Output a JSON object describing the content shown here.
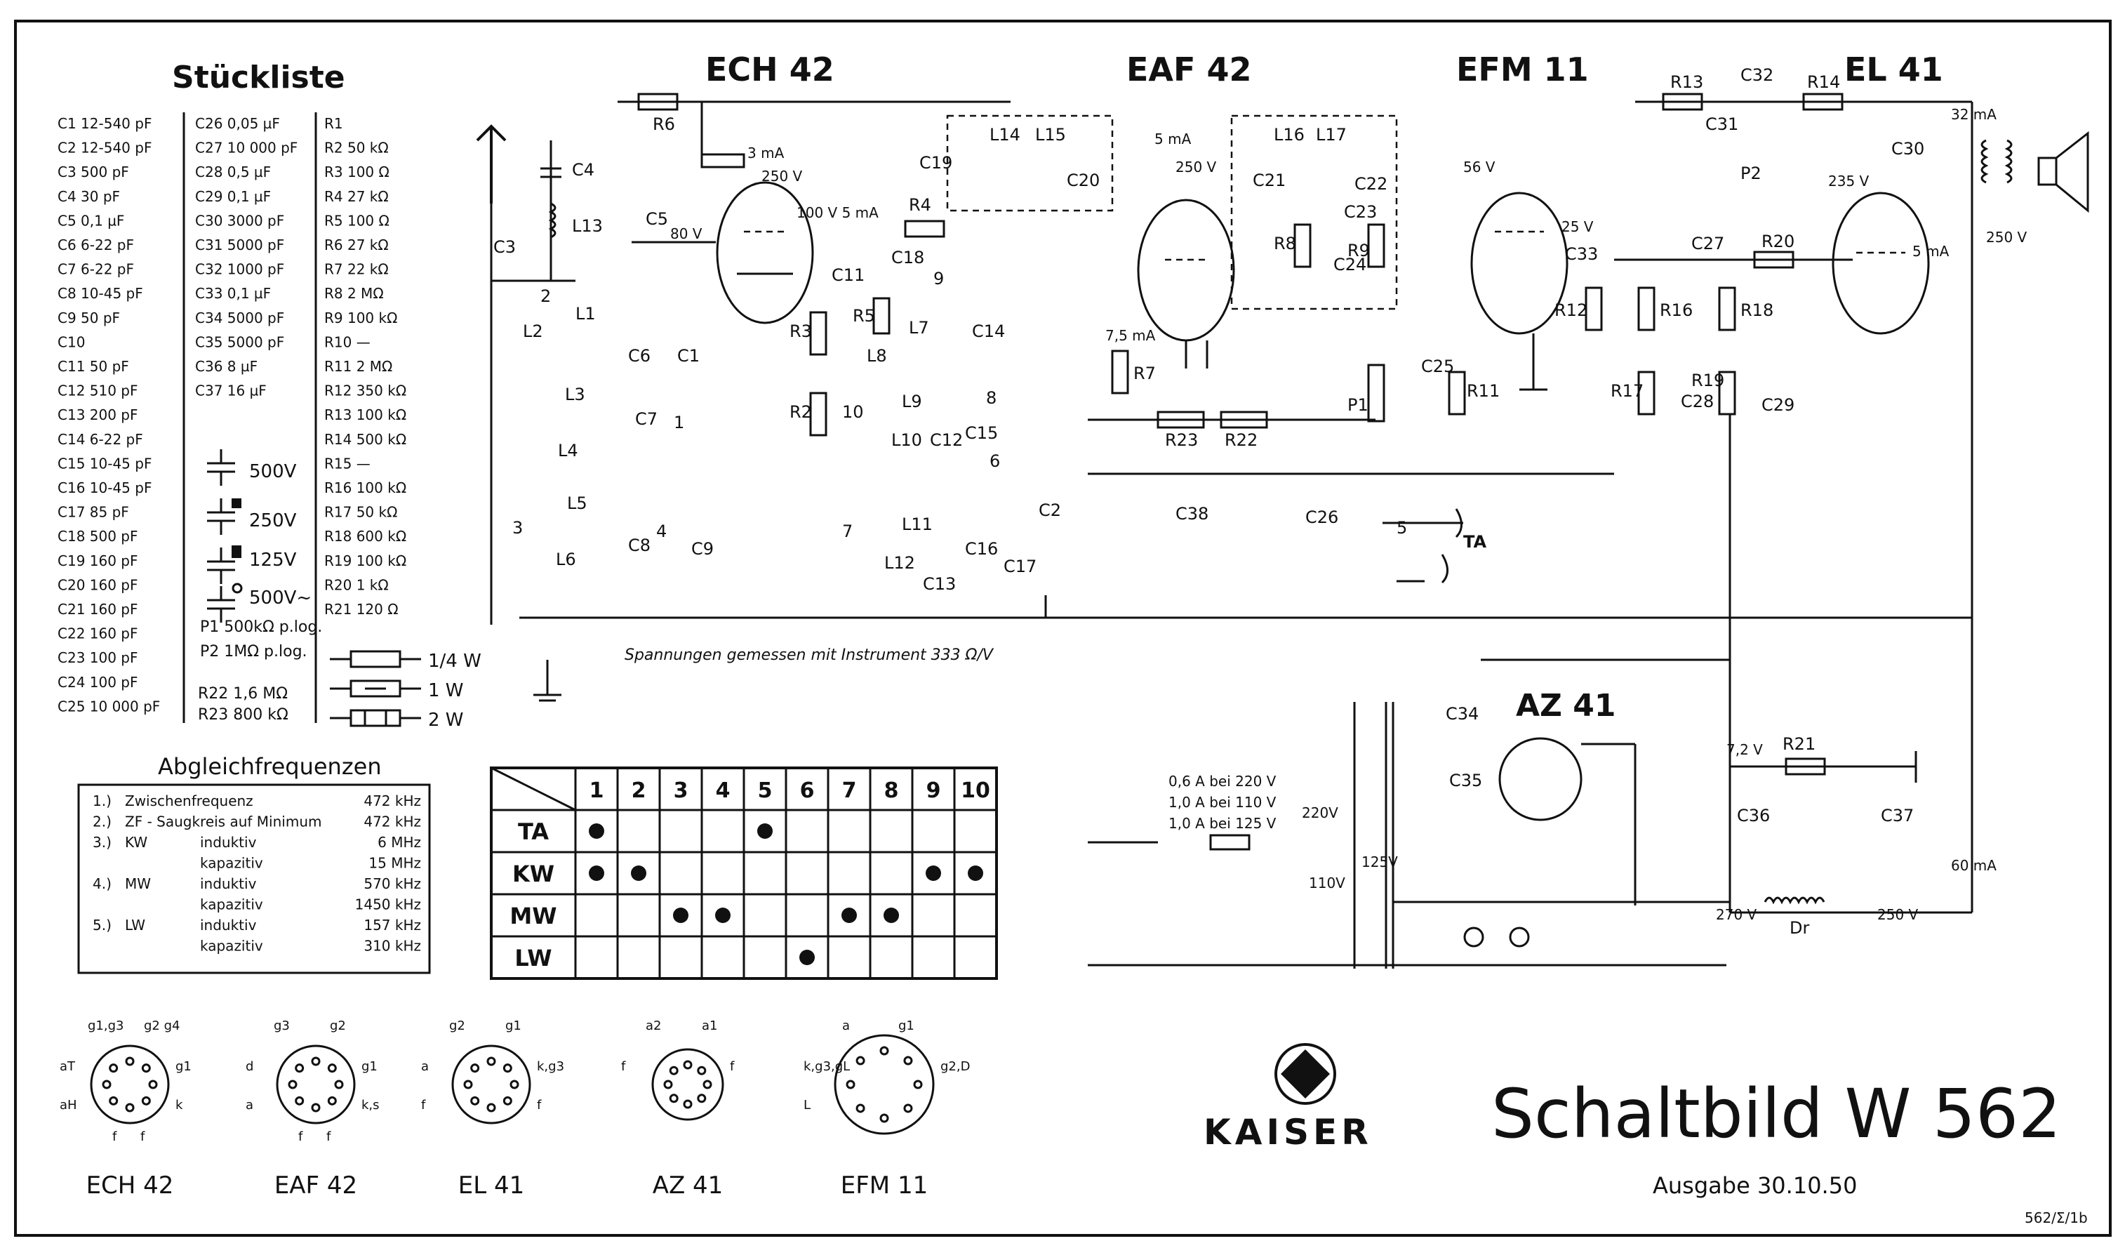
{
  "parts_list": {
    "title": "Stückliste",
    "capacitors_a": [
      "C1 12-540 pF",
      "C2 12-540 pF",
      "C3 500 pF",
      "C4 30 pF",
      "C5 0,1 µF",
      "C6 6-22 pF",
      "C7 6-22 pF",
      "C8 10-45 pF",
      "C9 50 pF",
      "C10",
      "C11 50 pF",
      "C12 510 pF",
      "C13 200 pF",
      "C14 6-22 pF",
      "C15 10-45 pF",
      "C16 10-45 pF",
      "C17 85 pF",
      "C18 500 pF",
      "C19 160 pF",
      "C20 160 pF",
      "C21 160 pF",
      "C22 160 pF",
      "C23 100 pF",
      "C24 100 pF",
      "C25 10 000 pF"
    ],
    "capacitors_b": [
      "C26 0,05 µF",
      "C27 10 000 pF",
      "C28 0,5 µF",
      "C29 0,1 µF",
      "C30 3000 pF",
      "C31 5000 pF",
      "C32 1000 pF",
      "C33 0,1 µF",
      "C34 5000 pF",
      "C35 5000 pF",
      "C36 8 µF",
      "C37 16 µF"
    ],
    "resistors": [
      "R1",
      "R2 50 kΩ",
      "R3 100 Ω",
      "R4 27 kΩ",
      "R5 100 Ω",
      "R6 27 kΩ",
      "R7 22 kΩ",
      "R8 2 MΩ",
      "R9 100 kΩ",
      "R10 —",
      "R11 2 MΩ",
      "R12 350 kΩ",
      "R13 100 kΩ",
      "R14 500 kΩ",
      "R15 —",
      "R16 100 kΩ",
      "R17 50 kΩ",
      "R18 600 kΩ",
      "R19 100 kΩ",
      "R20 1 kΩ",
      "R21 120 Ω"
    ],
    "cap_voltages": [
      "500V",
      "250V",
      "125V",
      "500V~"
    ],
    "potentiometers": [
      "P1 500kΩ p.log.",
      "P2 1MΩ p.log."
    ],
    "resistors_extra": [
      "R22 1,6 MΩ",
      "R23 800 kΩ"
    ],
    "wattage": [
      "1/4 W",
      "1 W",
      "2 W"
    ]
  },
  "alignment": {
    "title": "Abgleichfrequenzen",
    "rows": [
      [
        "1.)",
        "Zwischenfrequenz",
        "",
        "472 kHz"
      ],
      [
        "2.)",
        "ZF - Saugkreis auf Minimum",
        "",
        "472 kHz"
      ],
      [
        "3.)",
        "KW",
        "induktiv",
        "6 MHz"
      ],
      [
        "",
        "",
        "kapazitiv",
        "15 MHz"
      ],
      [
        "4.)",
        "MW",
        "induktiv",
        "570 kHz"
      ],
      [
        "",
        "",
        "kapazitiv",
        "1450 kHz"
      ],
      [
        "5.)",
        "LW",
        "induktiv",
        "157 kHz"
      ],
      [
        "",
        "",
        "kapazitiv",
        "310 kHz"
      ]
    ]
  },
  "switch_table": {
    "columns": [
      "1",
      "2",
      "3",
      "4",
      "5",
      "6",
      "7",
      "8",
      "9",
      "10"
    ],
    "rows": [
      {
        "label": "TA",
        "on": [
          1,
          5
        ]
      },
      {
        "label": "KW",
        "on": [
          1,
          2,
          9,
          10
        ]
      },
      {
        "label": "MW",
        "on": [
          3,
          4,
          7,
          8
        ]
      },
      {
        "label": "LW",
        "on": [
          6
        ]
      }
    ]
  },
  "tubes": {
    "ech42": {
      "name": "ECH 42",
      "v1": "3 mA",
      "v2": "250 V",
      "v3": "80 V",
      "v4": "100 V 5 mA"
    },
    "eaf42": {
      "name": "EAF 42",
      "v1": "5 mA",
      "v2": "250 V",
      "v3": "7,5 mA"
    },
    "efm11": {
      "name": "EFM 11",
      "v1": "56 V",
      "v2": "25 V"
    },
    "el41": {
      "name": "EL 41",
      "v1": "32 mA",
      "v2": "235 V",
      "v3": "5 mA",
      "v4": "250 V"
    },
    "az41": {
      "name": "AZ 41"
    }
  },
  "schematic_labels": {
    "R6": "R6",
    "R4": "R4",
    "R13": "R13",
    "R14": "R14",
    "R20": "R20",
    "R21": "R21",
    "R22": "R22",
    "R23": "R23",
    "R2": "R2",
    "R3": "R3",
    "R5": "R5",
    "R7": "R7",
    "R8": "R8",
    "R9": "R9",
    "R11": "R11",
    "R12": "R12",
    "R16": "R16",
    "R17": "R17",
    "R18": "R18",
    "R19": "R19",
    "C3": "C3",
    "C4": "C4",
    "C5": "C5",
    "C1": "C1",
    "C6": "C6",
    "C7": "C7",
    "C8": "C8",
    "C9": "C9",
    "C11": "C11",
    "C12": "C12",
    "C13": "C13",
    "C14": "C14",
    "C15": "C15",
    "C16": "C16",
    "C17": "C17",
    "C18": "C18",
    "C19": "C19",
    "C20": "C20",
    "C21": "C21",
    "C22": "C22",
    "C23": "C23",
    "C24": "C24",
    "C25": "C25",
    "C26": "C26",
    "C27": "C27",
    "C28": "C28",
    "C29": "C29",
    "C30": "C30",
    "C31": "C31",
    "C32": "C32",
    "C33": "C33",
    "C34": "C34",
    "C35": "C35",
    "C36": "C36",
    "C37": "C37",
    "C38": "C38",
    "C2": "C2",
    "L2": "L2",
    "L1": "L1",
    "L3": "L3",
    "L4": "L4",
    "L5": "L5",
    "L6": "L6",
    "L7": "L7",
    "L8": "L8",
    "L9": "L9",
    "L10": "L10",
    "L11": "L11",
    "L12": "L12",
    "L13": "L13",
    "L14": "L14",
    "L15": "L15",
    "L16": "L16",
    "L17": "L17",
    "P1": "P1",
    "P2": "P2",
    "TA": "TA",
    "Dr": "Dr",
    "sw1": "1",
    "sw2": "2",
    "sw3": "3",
    "sw4": "4",
    "sw5": "5",
    "sw6": "6",
    "sw7": "7",
    "sw8": "8",
    "sw9": "9",
    "sw10": "10",
    "v7_2": "7,2 V",
    "v270": "270 V",
    "v250b": "250 V",
    "ma60": "60 mA",
    "mains1": "0,6 A bei 220 V",
    "mains2": "1,0 A bei 110 V",
    "mains3": "1,0 A bei 125 V",
    "tap220": "220V",
    "tap125": "125V",
    "tap110": "110V"
  },
  "measurement_note": "Spannungen gemessen mit Instrument 333 Ω/V",
  "sockets": [
    {
      "name": "ECH 42",
      "pins": [
        "g1,g3",
        "g2 g4",
        "aT",
        "g1",
        "aH",
        "k",
        "f",
        "f"
      ]
    },
    {
      "name": "EAF 42",
      "pins": [
        "g3",
        "g2",
        "d",
        "g1",
        "a",
        "k,s",
        "f",
        "f"
      ]
    },
    {
      "name": "EL 41",
      "pins": [
        "g2",
        "g1",
        "a",
        "k,g3",
        "f",
        "f"
      ]
    },
    {
      "name": "AZ 41",
      "pins": [
        "a2",
        "a1",
        "f",
        "f"
      ]
    },
    {
      "name": "EFM 11",
      "pins": [
        "a",
        "g1",
        "k,g3,gL",
        "g2,D",
        "L"
      ]
    }
  ],
  "brand": "KAISER",
  "title": "Schaltbild W 562",
  "issue": "Ausgabe 30.10.50",
  "ref": "562/Σ/1b"
}
